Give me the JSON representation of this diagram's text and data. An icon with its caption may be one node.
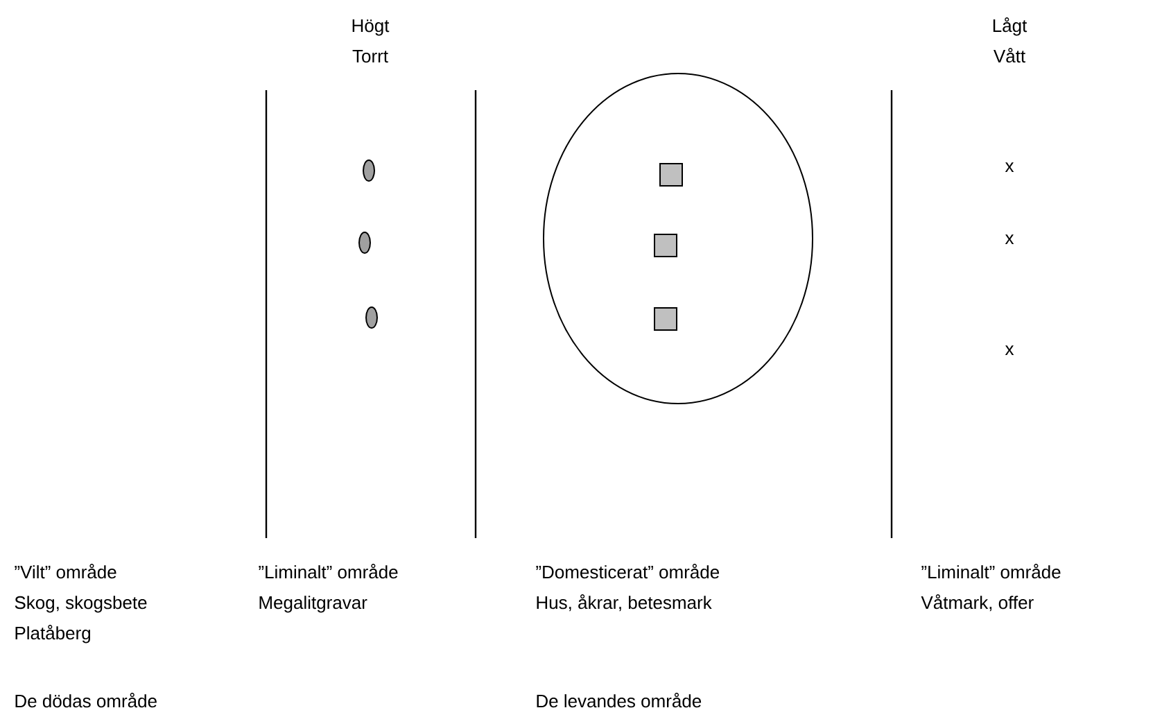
{
  "diagram": {
    "nodes": [
      {
        "text": [],
        "shape": "circle"
      },
      {
        "text": [],
        "shape": "circle"
      },
      {
        "text": [],
        "shape": "circle"
      },
      {
        "text": [],
        "shape": "circle"
      },
      {
        "text": [],
        "shape": "box",
        "in": 0
      },
      {
        "text": [],
        "shape": "box",
        "in": 0
      },
      {
        "text": [],
        "shape": "box",
        "in": 0
      }
    ],
    "labels": [
      "Högt",
      "Lågt",
      "Torrt",
      "Vått",
      "x",
      "x",
      "x",
      "”Vilt” område",
      "”Liminalt” område",
      "”Domesticerat” område",
      "”Liminalt” område",
      "Skog, skogsbete",
      "Megalitgravar",
      "Hus, åkrar, betesmark",
      "Våtmark, offer",
      "Platåberg",
      "De dödas område",
      "De levandes område"
    ]
  }
}
